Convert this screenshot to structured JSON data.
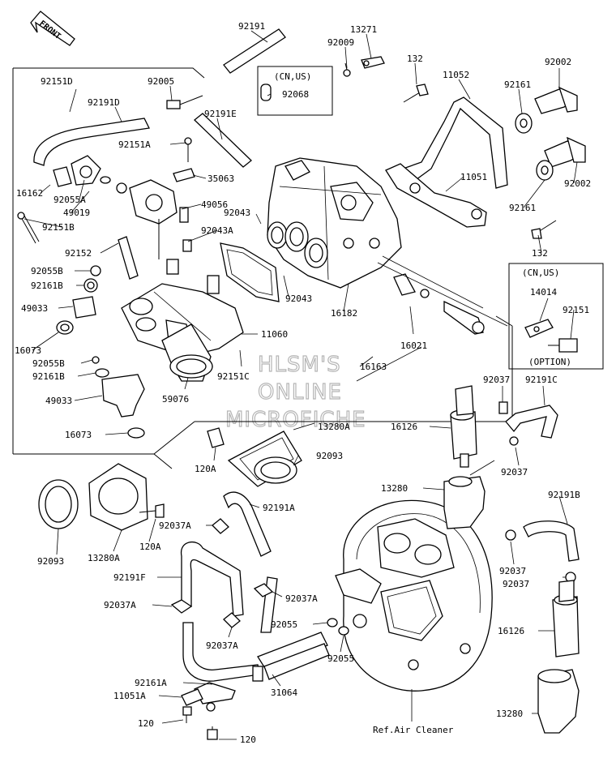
{
  "front_label": "FRONT",
  "watermark": [
    "HLSM'S",
    "ONLINE",
    "MICROFICHE"
  ],
  "notes": {
    "cn_us_top": "(CN,US)",
    "cn_us_right": "(CN,US)",
    "option": "(OPTION)",
    "ref_air_cleaner": "Ref.Air Cleaner"
  },
  "part_labels": {
    "p92191": "92191",
    "p13271": "13271",
    "p92009": "92009",
    "p132a": "132",
    "p92002a": "92002",
    "p92151d": "92151D",
    "p92005": "92005",
    "p92068": "92068",
    "p11052": "11052",
    "p92161a": "92161",
    "p92191d": "92191D",
    "p92191e": "92191E",
    "p92002b": "92002",
    "p92151a": "92151A",
    "p35063": "35063",
    "p11051": "11051",
    "p92161b": "92161",
    "p16162": "16162",
    "p92055a": "92055A",
    "p49019": "49019",
    "p49056": "49056",
    "p92043a": "92043",
    "p92151b": "92151B",
    "p92043a2": "92043A",
    "p132b": "132",
    "p92152": "92152",
    "p92055b1": "92055B",
    "p92161b1": "92161B",
    "p49033a": "49033",
    "p92043b": "92043",
    "p16182": "16182",
    "p14014": "14014",
    "p92151": "92151",
    "p16073a": "16073",
    "p11060": "11060",
    "p16021": "16021",
    "p92055b2": "92055B",
    "p92161b2": "92161B",
    "p92151c": "92151C",
    "p16163": "16163",
    "p92037a": "92037",
    "p92191c": "92191C",
    "p49033b": "49033",
    "p59076": "59076",
    "p16126a": "16126",
    "p16073b": "16073",
    "p13280a1": "13280A",
    "p92093a": "92093",
    "p92037b": "92037",
    "p120a1": "120A",
    "p13280a": "13280",
    "p92191a": "92191A",
    "p92191b": "92191B",
    "p92037a1": "92037A",
    "p120a2": "120A",
    "p92093b": "92093",
    "p13280a2": "13280A",
    "p92037c": "92037",
    "p92037d": "92037",
    "p92191f": "92191F",
    "p92037a2": "92037A",
    "p92037a3": "92037A",
    "p92055c": "92055",
    "p92037a4": "92037A",
    "p92055d": "92055",
    "p16126b": "16126",
    "p92161a2": "92161A",
    "p11051a": "11051A",
    "p31064": "31064",
    "p13280b": "13280",
    "p120b": "120",
    "p120c": "120"
  }
}
